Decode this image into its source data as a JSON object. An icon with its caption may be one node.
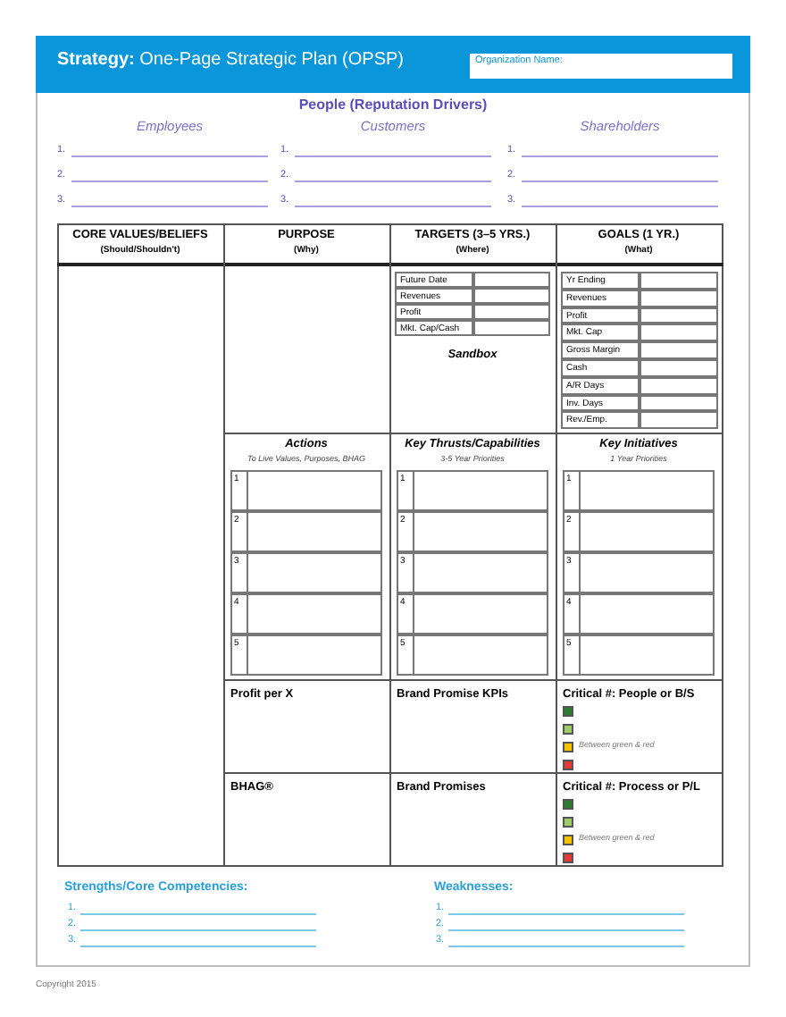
{
  "diagram": {
    "title": "**Strategy:** One-Page Strategic Plan (OPSP)",
    "labels": [
      "Organization Name:",
      "People (Reputation Drivers)",
      "Employees",
      "Customers",
      "Shareholders",
      "1.",
      "1.",
      "1.",
      "2.",
      "2.",
      "2.",
      "3.",
      "3.",
      "3.",
      "CORE VALUES/BELIEFS",
      "(Should/Shouldn't)",
      "PURPOSE",
      "(Why)",
      "TARGETS (3–5 YRS.)",
      "(Where)",
      "GOALS (1 YR.)",
      "(What)",
      "Future Date",
      "Revenues",
      "Profit",
      "Mkt. Cap/Cash",
      "Sandbox",
      "Yr Ending",
      "Revenues",
      "Profit",
      "Mkt. Cap",
      "Gross Margin",
      "Cash",
      "A/R Days",
      "Inv. Days",
      "Rev./Emp.",
      "Actions",
      "To Live Values, Purposes, BHAG",
      "Key Thrusts/Capabilities",
      "3-5 Year Priorities",
      "Key Initiatives",
      "1 Year Priorities",
      "1",
      "2",
      "3",
      "4",
      "5",
      "1",
      "2",
      "3",
      "4",
      "5",
      "1",
      "2",
      "3",
      "4",
      "5",
      "Profit per X",
      "Brand Promise KPIs",
      "Critical #: People or B/S",
      "Between green & red",
      "BHAG®",
      "Brand Promises",
      "Critical #:  Process or P/L",
      "Between green & red",
      "Strengths/Core Competencies:",
      "Weaknesses:",
      "1.",
      "1.",
      "2.",
      "2.",
      "3.",
      "3.",
      "Copyright 2015"
    ]
  }
}
